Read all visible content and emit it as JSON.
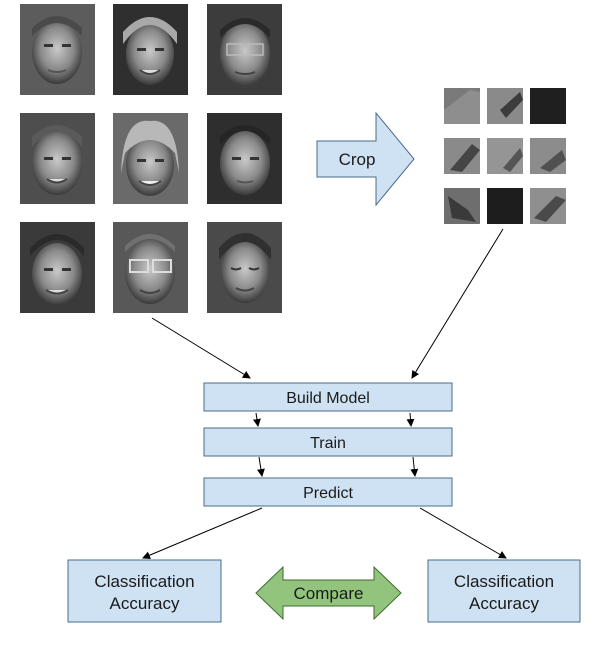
{
  "crop_arrow": {
    "label": "Crop",
    "fill": "#cfe2f3"
  },
  "process": {
    "build_model": "Build Model",
    "train": "Train",
    "predict": "Predict",
    "box_fill": "#cfe2f3"
  },
  "results": {
    "left": {
      "line1": "Classification",
      "line2": "Accuracy"
    },
    "right": {
      "line1": "Classification",
      "line2": "Accuracy"
    }
  },
  "compare_arrow": {
    "label": "Compare",
    "fill": "#93c47d"
  },
  "face_grid": {
    "rows": 3,
    "cols": 3
  },
  "crop_grid": {
    "rows": 3,
    "cols": 3
  }
}
